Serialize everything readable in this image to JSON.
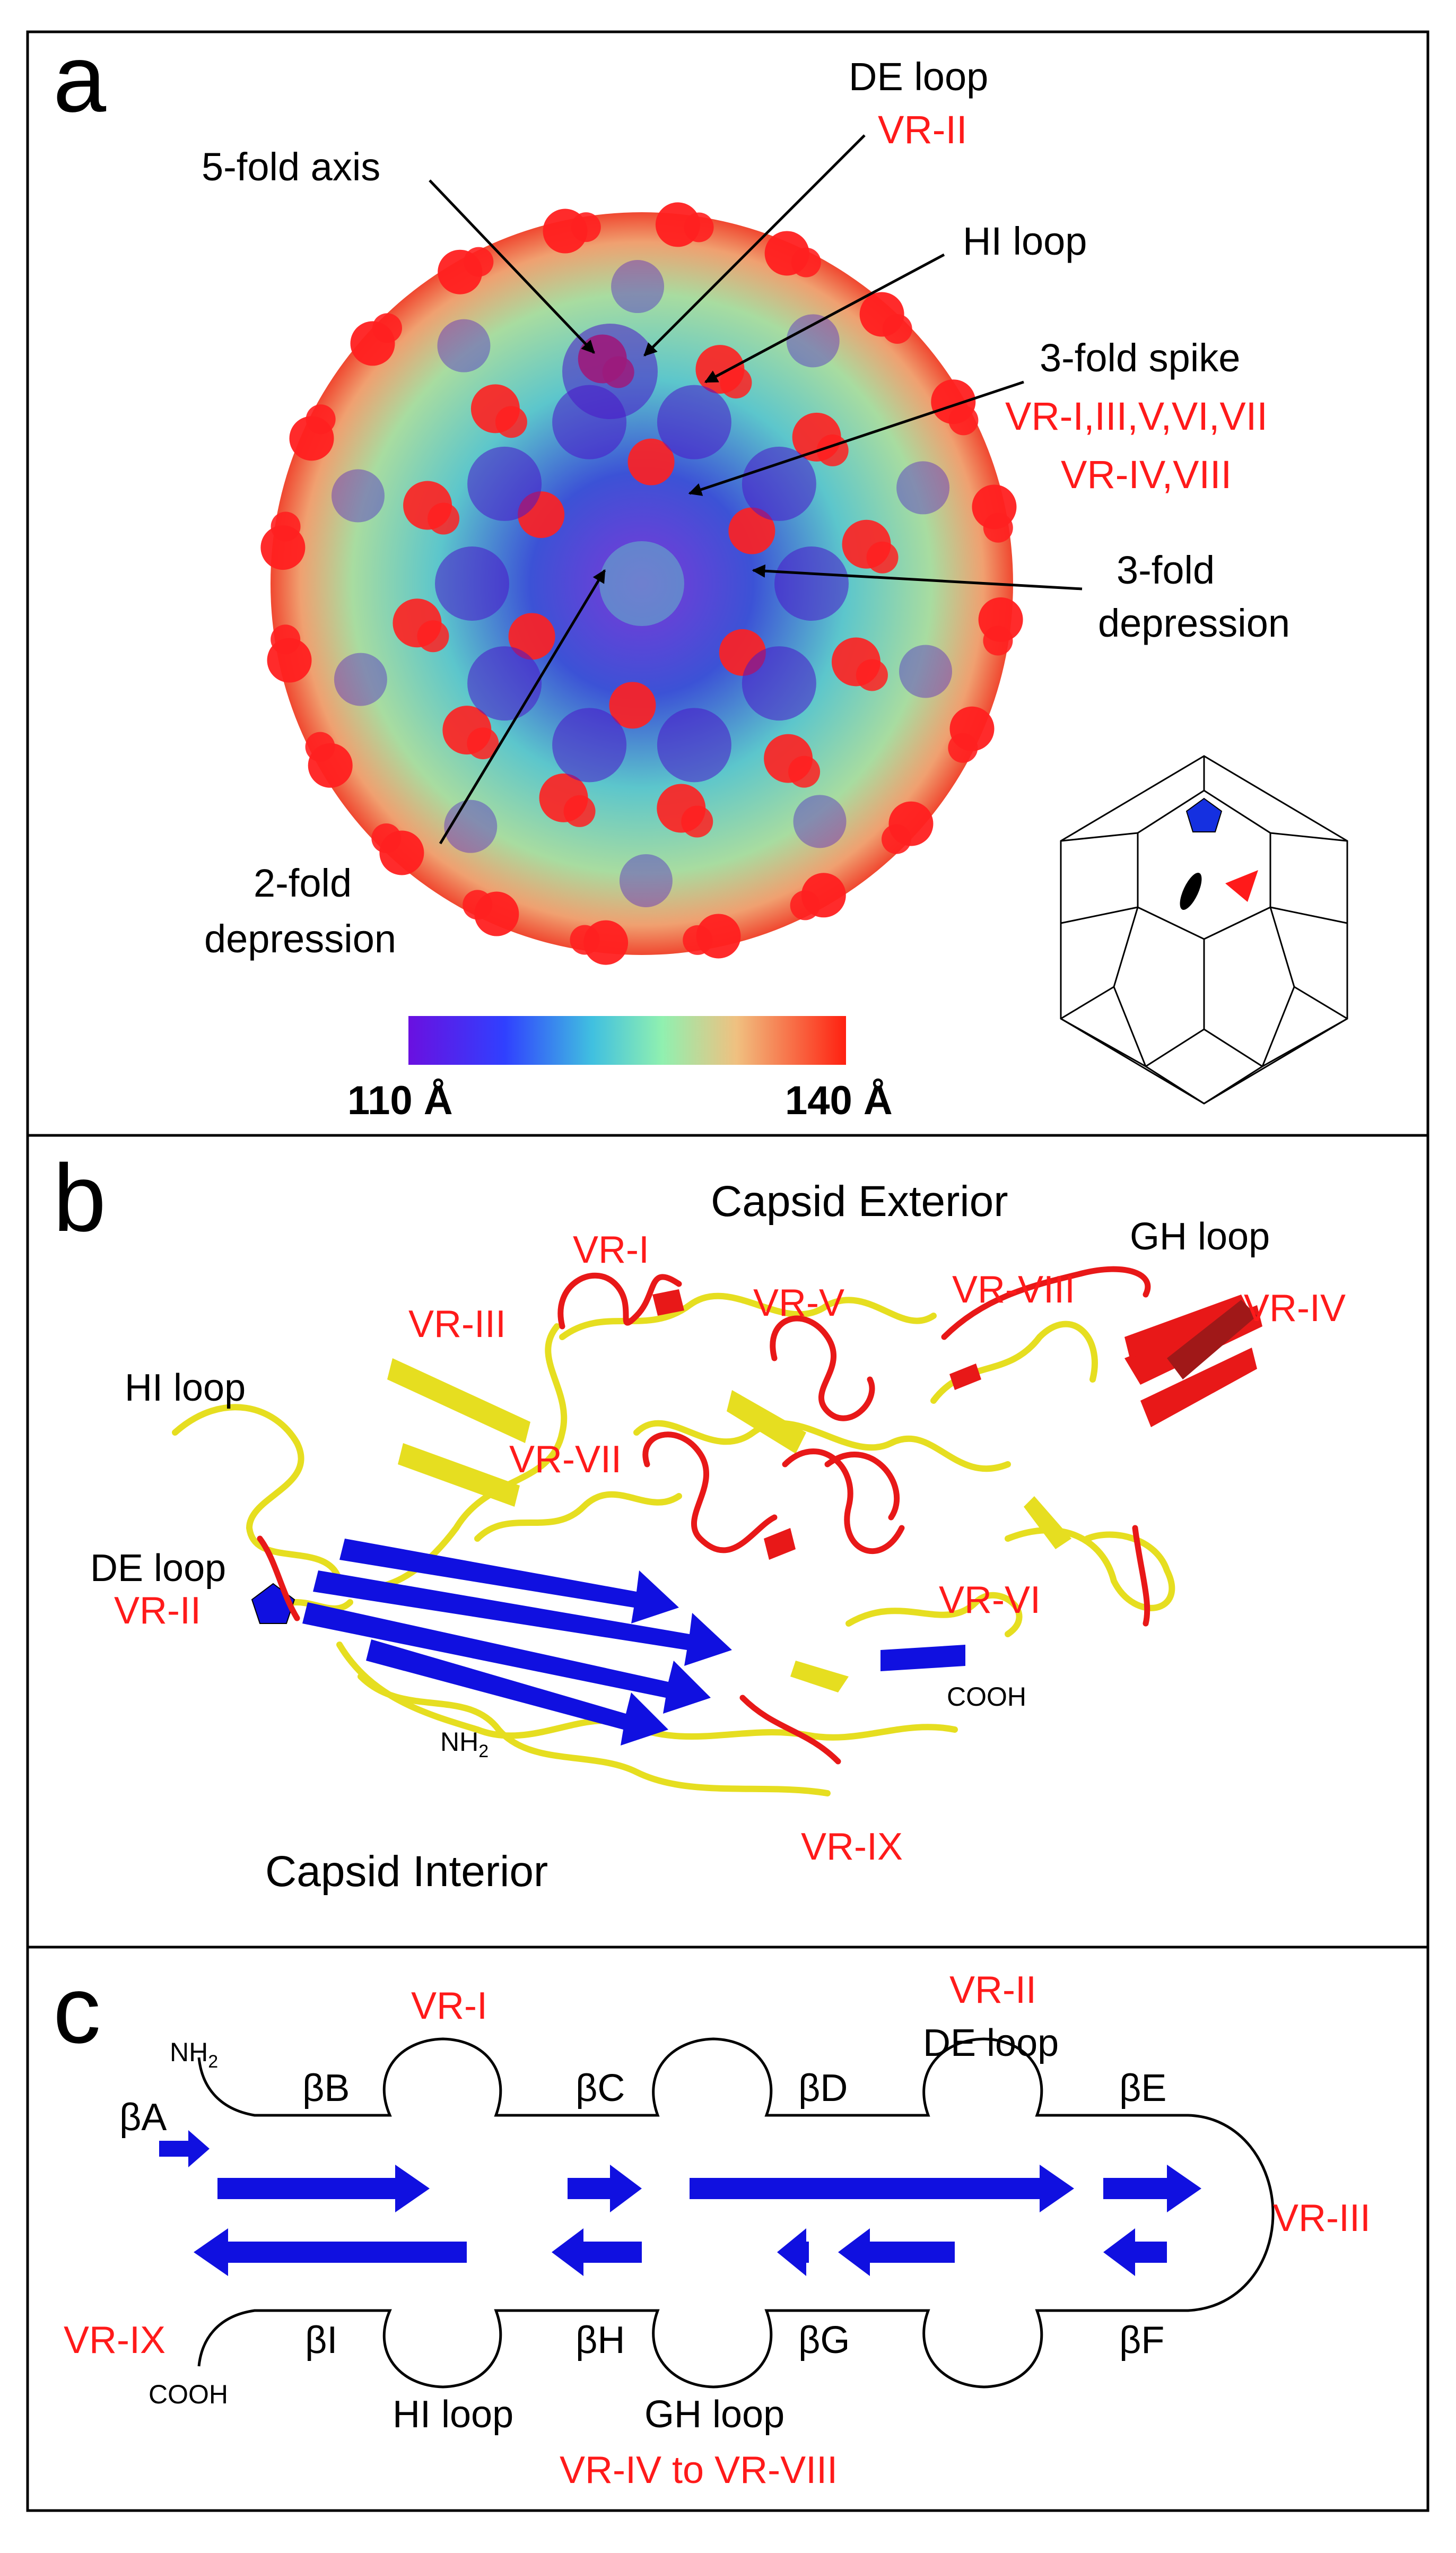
{
  "colors": {
    "black": "#000000",
    "red": "#ff1a1a",
    "blue": "#1010e0",
    "yellow": "#f2ee2a",
    "surface_low": "#4a16c8",
    "surface_mid": "#63c6c6",
    "surface_high": "#ff2020"
  },
  "panel_a": {
    "letter": "a",
    "labels": {
      "de_loop": "DE loop",
      "vr_ii": "VR-II",
      "fivefold_axis": "5-fold axis",
      "hi_loop": "HI loop",
      "threefold_spike": "3-fold spike",
      "spike_vr_line1": "VR-I,III,V,VI,VII",
      "spike_vr_line2": "VR-IV,VIII",
      "threefold_depression_1": "3-fold",
      "threefold_depression_2": "depression",
      "twofold_depression_1": "2-fold",
      "twofold_depression_2": "depression"
    },
    "colorbar": {
      "min_label": "110 Å",
      "max_label": "140 Å",
      "min_value": 110,
      "max_value": 140,
      "unit": "Å"
    },
    "inset_icons": [
      "pentagon-fivefold-symbol",
      "ellipse-twofold-symbol",
      "triangle-threefold-symbol"
    ]
  },
  "panel_b": {
    "letter": "b",
    "labels": {
      "capsid_exterior": "Capsid Exterior",
      "capsid_interior": "Capsid Interior",
      "gh_loop": "GH loop",
      "hi_loop": "HI loop",
      "de_loop": "DE loop",
      "vr_i": "VR-I",
      "vr_ii": "VR-II",
      "vr_iii": "VR-III",
      "vr_iv": "VR-IV",
      "vr_v": "VR-V",
      "vr_vi": "VR-VI",
      "vr_vii": "VR-VII",
      "vr_viii": "VR-VIII",
      "vr_ix": "VR-IX",
      "nh2": "NH",
      "nh2_sub": "2",
      "cooh": "COOH"
    }
  },
  "panel_c": {
    "letter": "c",
    "labels": {
      "vr_i": "VR-I",
      "vr_ii": "VR-II",
      "de_loop": "DE loop",
      "vr_iii": "VR-III",
      "vr_ix": "VR-IX",
      "hi_loop": "HI loop",
      "gh_loop": "GH loop",
      "vr_iv_viii": "VR-IV to VR-VIII",
      "nh2": "NH",
      "nh2_sub": "2",
      "cooh": "COOH",
      "strands_top": [
        "βA",
        "βB",
        "βC",
        "βD",
        "βE"
      ],
      "strands_bottom": [
        "βI",
        "βH",
        "βG",
        "βF"
      ]
    }
  }
}
